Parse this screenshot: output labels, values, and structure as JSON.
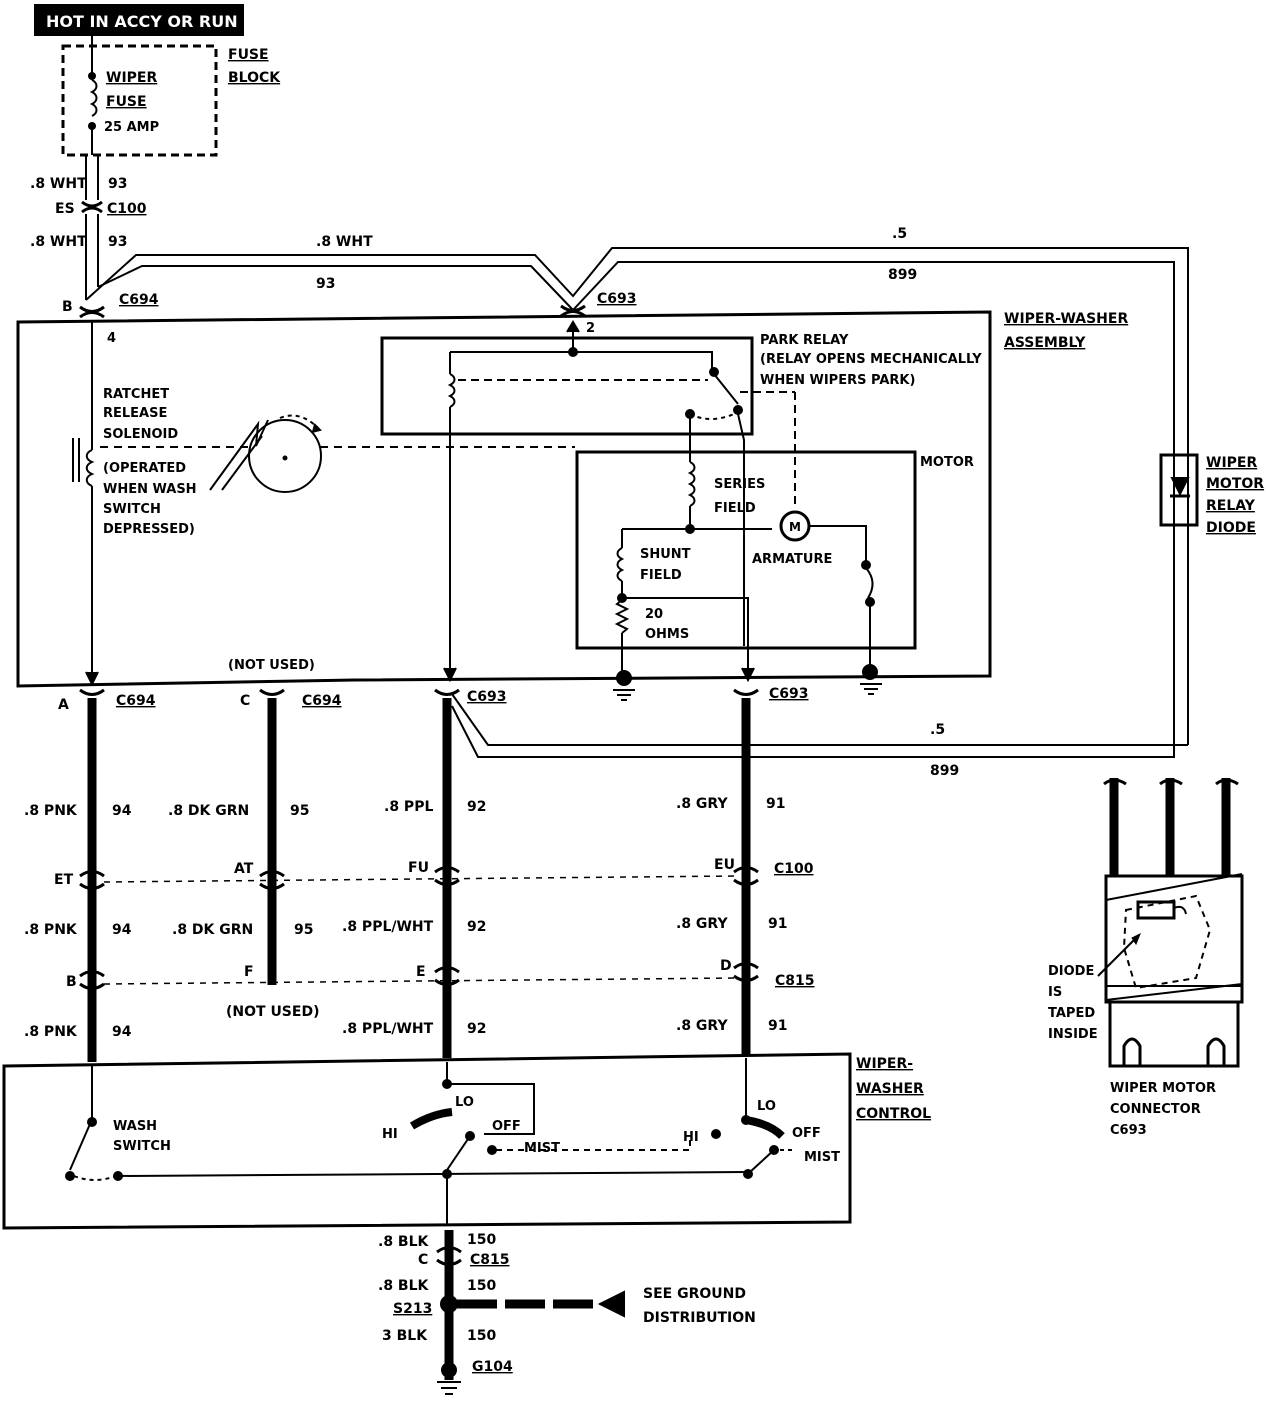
{
  "header": {
    "power_label": "HOT IN ACCY OR RUN"
  },
  "fuse_block": {
    "title_line1": "FUSE",
    "title_line2": "BLOCK",
    "fuse_line1": "WIPER",
    "fuse_line2": "FUSE",
    "rating": "25 AMP"
  },
  "wires": {
    "w93": {
      "gauge_color": ".8 WHT",
      "circuit": "93"
    },
    "w899": {
      "gauge": ".5",
      "circuit": "899"
    },
    "w94": {
      "gauge_color": ".8 PNK",
      "circuit": "94"
    },
    "w95": {
      "gauge_color": ".8 DK GRN",
      "circuit": "95"
    },
    "w92_top": {
      "gauge_color": ".8 PPL",
      "circuit": "92"
    },
    "w92": {
      "gauge_color": ".8 PPL/WHT",
      "circuit": "92"
    },
    "w91": {
      "gauge_color": ".8 GRY",
      "circuit": "91"
    },
    "w150": {
      "gauge_color": ".8 BLK",
      "circuit": "150"
    },
    "w150_heavy": {
      "gauge_color": "3 BLK",
      "circuit": "150"
    }
  },
  "connectors": {
    "c100": "C100",
    "c694": "C694",
    "c693": "C693",
    "c815": "C815",
    "s213": "S213",
    "g104": "G104",
    "pin_es": "ES",
    "pin_b": "B",
    "pin_4": "4",
    "pin_2": "2",
    "pin_a": "A",
    "pin_c": "C",
    "pin_et": "ET",
    "pin_at": "AT",
    "pin_fu": "FU",
    "pin_eu": "EU",
    "pin_f": "F",
    "pin_e": "E",
    "pin_d": "D"
  },
  "assembly": {
    "title_line1": "WIPER-WASHER",
    "title_line2": "ASSEMBLY",
    "park_relay_line1": "PARK RELAY",
    "park_relay_line2": "(RELAY OPENS MECHANICALLY",
    "park_relay_line3": "WHEN WIPERS PARK)",
    "solenoid_line1": "RATCHET",
    "solenoid_line2": "RELEASE",
    "solenoid_line3": "SOLENOID",
    "solenoid_line4": "(OPERATED",
    "solenoid_line5": "WHEN WASH",
    "solenoid_line6": "SWITCH",
    "solenoid_line7": "DEPRESSED)",
    "motor": "MOTOR",
    "series_line1": "SERIES",
    "series_line2": "FIELD",
    "shunt_line1": "SHUNT",
    "shunt_line2": "FIELD",
    "armature": "ARMATURE",
    "armature_symbol": "M",
    "resistor_line1": "20",
    "resistor_line2": "OHMS",
    "not_used": "(NOT USED)"
  },
  "diode": {
    "line1": "WIPER",
    "line2": "MOTOR",
    "line3": "RELAY",
    "line4": "DIODE"
  },
  "control": {
    "title_line1": "WIPER-",
    "title_line2": "WASHER",
    "title_line3": "CONTROL",
    "wash_line1": "WASH",
    "wash_line2": "SWITCH",
    "hi": "HI",
    "lo": "LO",
    "off": "OFF",
    "mist": "MIST"
  },
  "connector_detail": {
    "note_line1": "DIODE",
    "note_line2": "IS",
    "note_line3": "TAPED",
    "note_line4": "INSIDE",
    "caption_line1": "WIPER MOTOR",
    "caption_line2": "CONNECTOR",
    "caption_line3": "C693"
  },
  "ground_note": {
    "line1": "SEE GROUND",
    "line2": "DISTRIBUTION"
  }
}
